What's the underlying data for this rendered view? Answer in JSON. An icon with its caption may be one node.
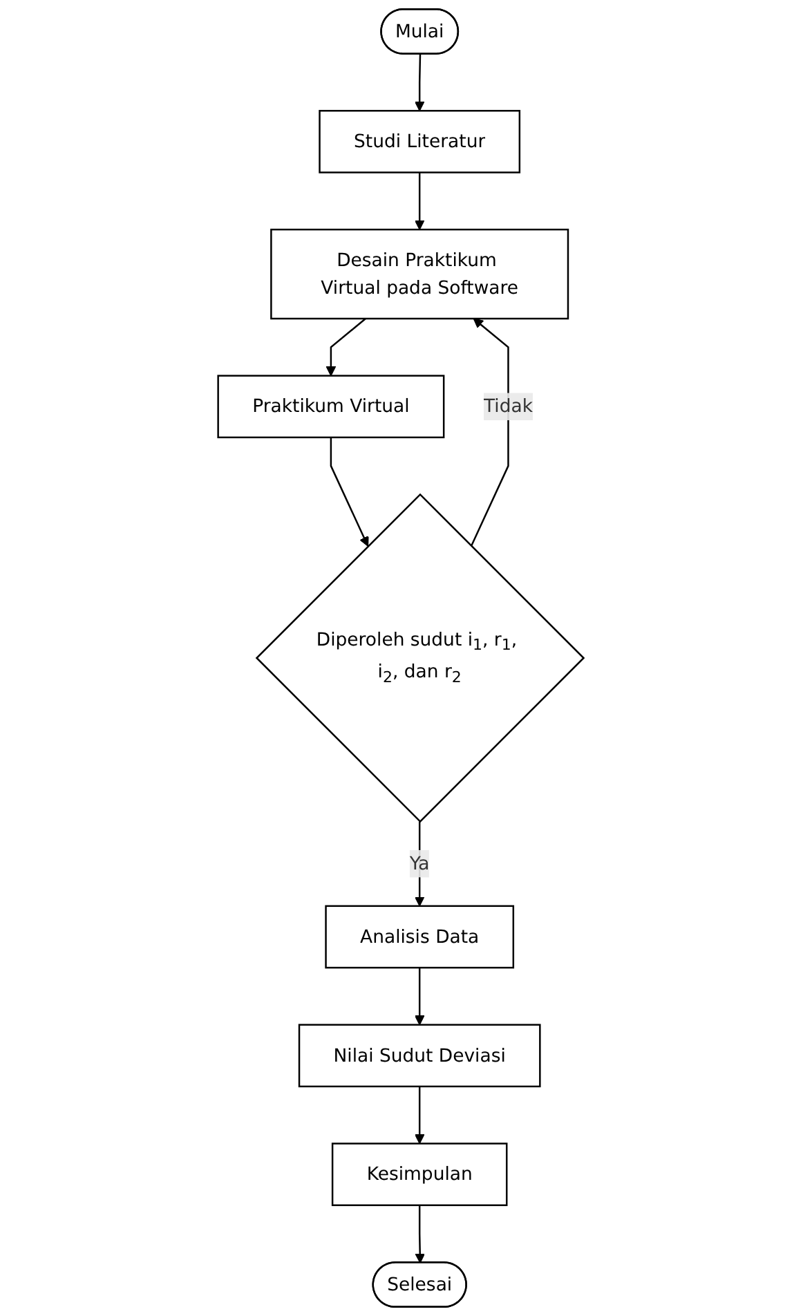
{
  "diagram": {
    "nodes": [
      {
        "text": [
          "Mulai"
        ]
      },
      {
        "text": [
          "Studi Literatur"
        ]
      },
      {
        "text": [
          "Desain Praktikum Virtual pada Software"
        ]
      },
      {
        "text": [
          "Praktikum Virtual"
        ]
      },
      {
        "text": [
          "Diperoleh sudut i$_{1}$, r$_{1}$, i$_{2}$, dan r$_{2}$"
        ]
      },
      {
        "text": [
          "Analisis Data"
        ]
      },
      {
        "text": [
          "Nilai Sudut Deviasi"
        ]
      },
      {
        "text": [
          "Kesimpulan"
        ]
      },
      {
        "text": [
          "Selesai"
        ]
      }
    ],
    "edges": [
      {
        "from": 0,
        "to": 1,
        "arrow": "to"
      },
      {
        "from": 1,
        "to": 2,
        "arrow": "to"
      },
      {
        "from": 2,
        "to": 3,
        "arrow": "to"
      },
      {
        "from": 3,
        "to": 4,
        "arrow": "to"
      },
      {
        "from": 4,
        "to": 2,
        "arrow": "to",
        "label": "Tidak"
      },
      {
        "from": 4,
        "to": 5,
        "arrow": "to",
        "label": "Ya"
      },
      {
        "from": 5,
        "to": 6,
        "arrow": "to"
      },
      {
        "from": 6,
        "to": 7,
        "arrow": "to"
      },
      {
        "from": 7,
        "to": 8,
        "arrow": "to"
      }
    ]
  }
}
